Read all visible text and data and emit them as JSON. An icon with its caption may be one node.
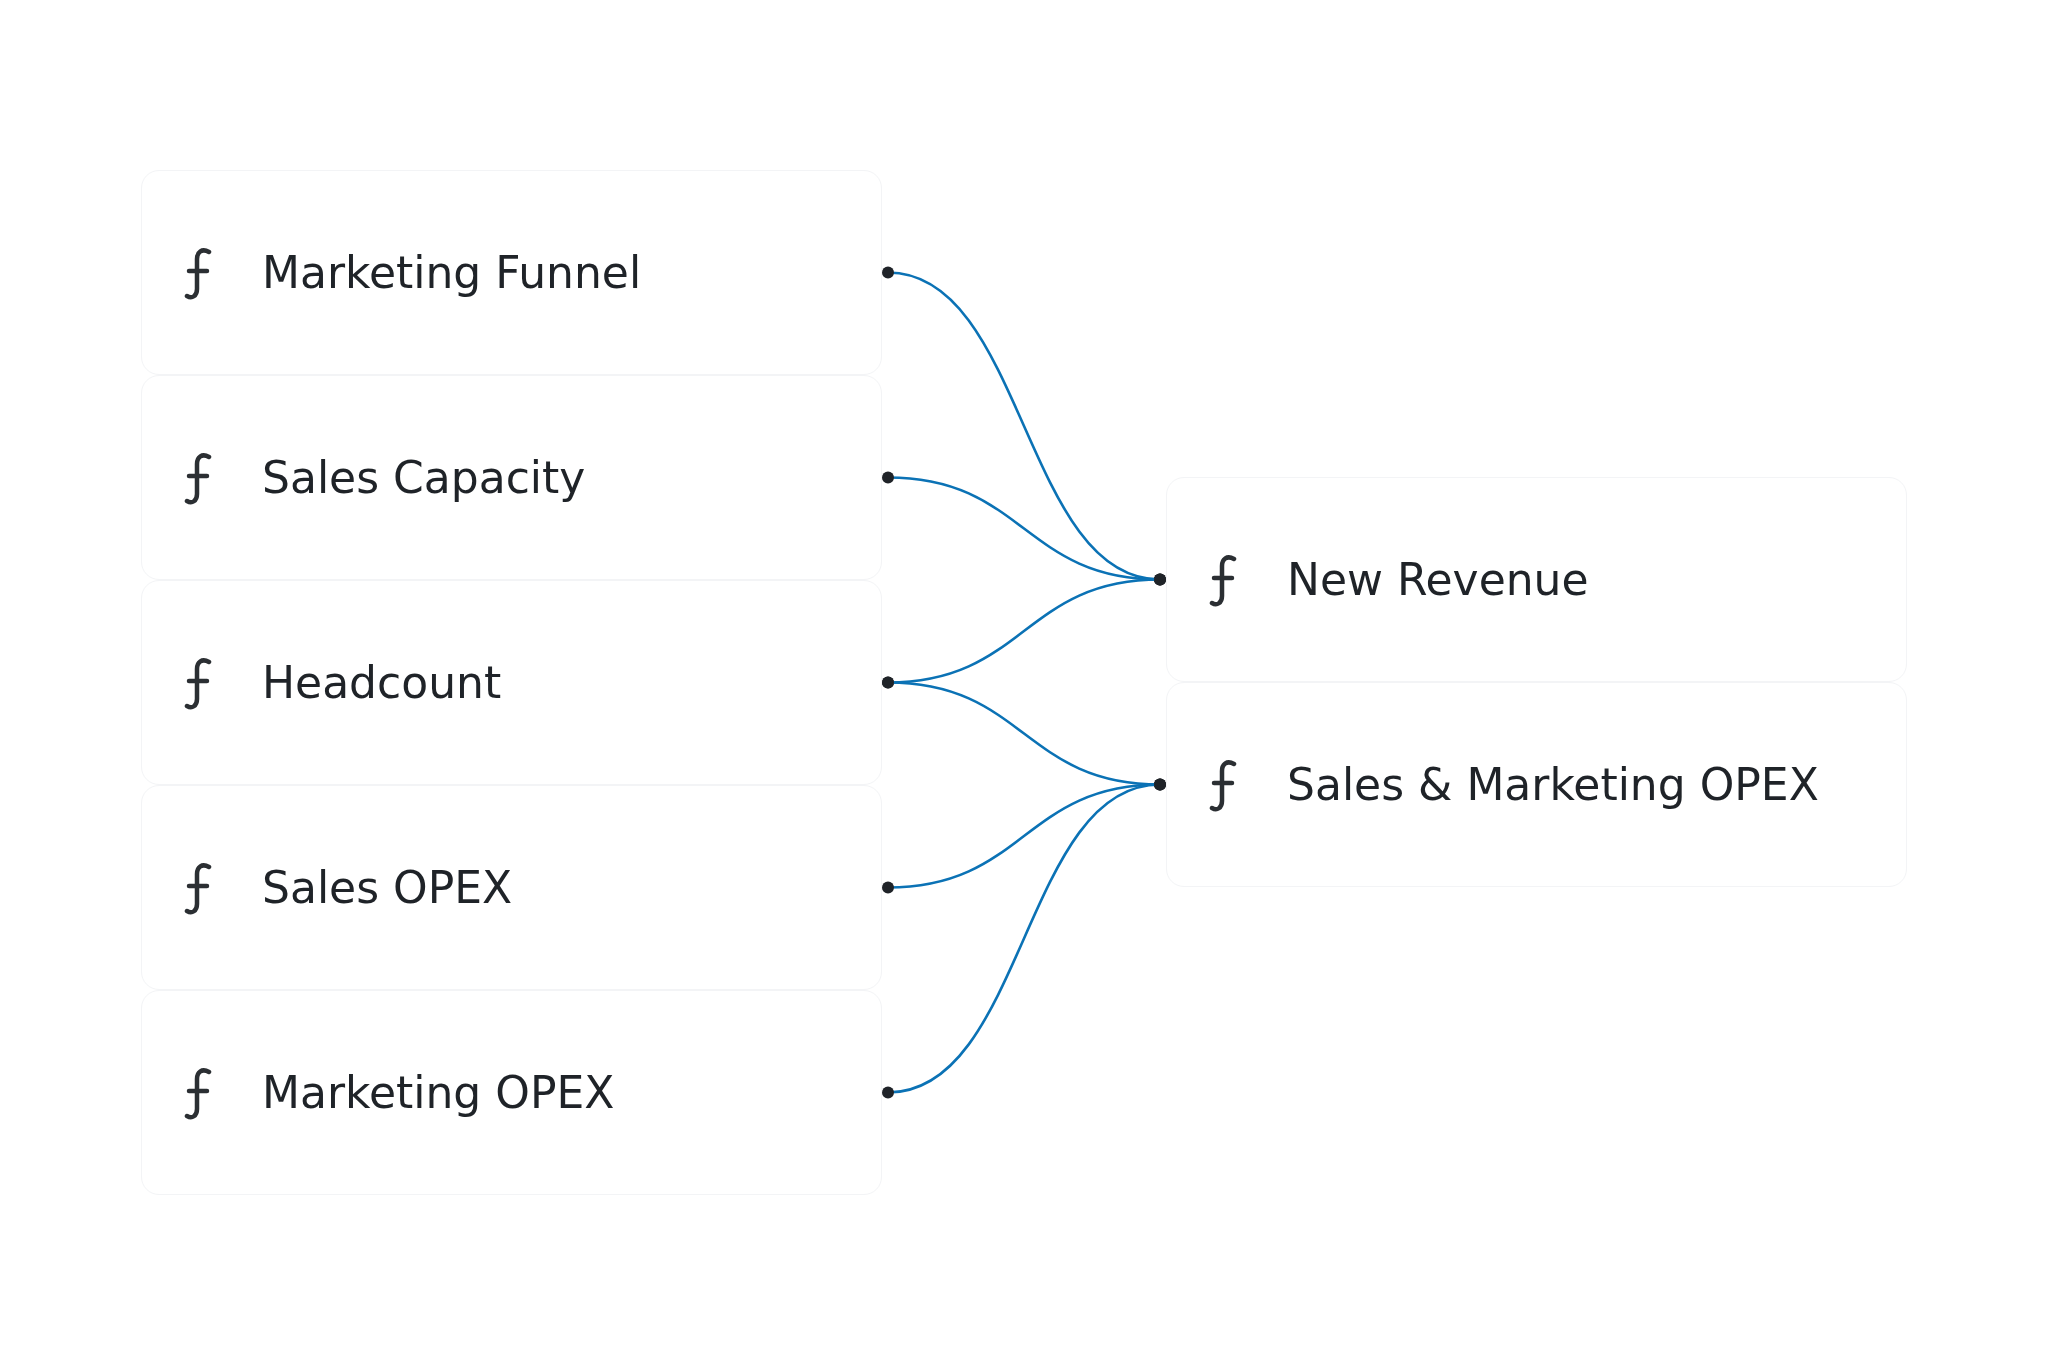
{
  "diagram": {
    "nodes": [
      {
        "text": [
          "Marketing Funnel"
        ]
      },
      {
        "text": [
          "Sales Capacity"
        ]
      },
      {
        "text": [
          "Headcount"
        ]
      },
      {
        "text": [
          "Sales OPEX"
        ]
      },
      {
        "text": [
          "Marketing OPEX"
        ]
      },
      {
        "text": [
          "New Revenue"
        ]
      },
      {
        "text": [
          "Sales & Marketing OPEX"
        ]
      }
    ],
    "edges": [
      {
        "from": 0,
        "to": 5,
        "arrow": "other"
      },
      {
        "from": 1,
        "to": 5,
        "arrow": "other"
      },
      {
        "from": 2,
        "to": 5,
        "arrow": "other"
      },
      {
        "from": 2,
        "to": 6,
        "arrow": "other"
      },
      {
        "from": 3,
        "to": 6,
        "arrow": "other"
      },
      {
        "from": 4,
        "to": 6,
        "arrow": "other"
      }
    ]
  }
}
